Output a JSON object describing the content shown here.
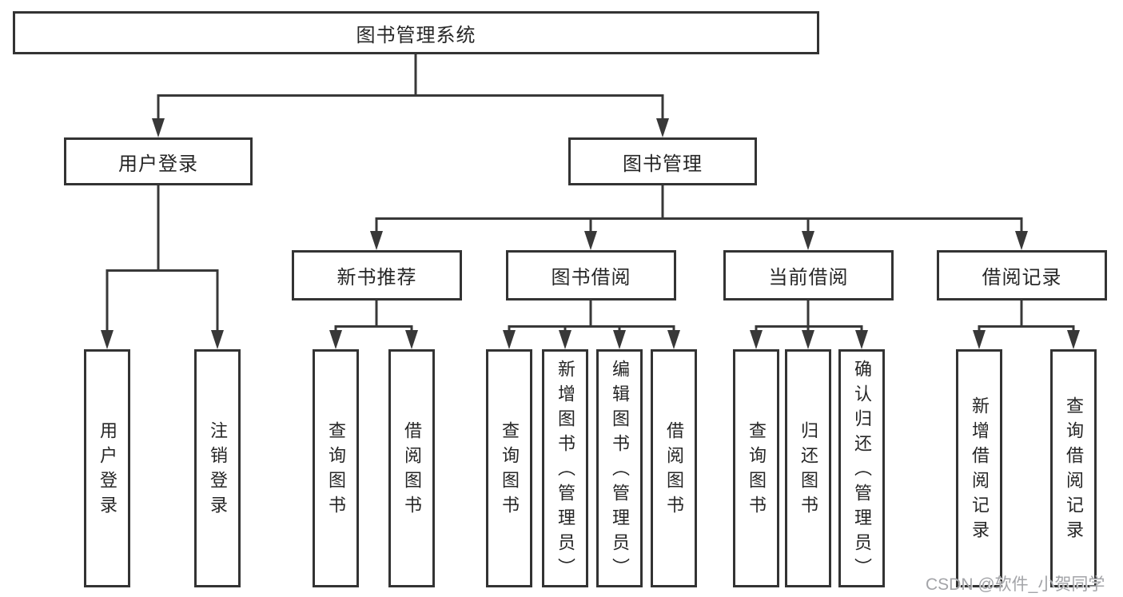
{
  "tree": {
    "root": "图书管理系统",
    "children": [
      {
        "label": "用户登录",
        "children": [
          {
            "label": "用户登录"
          },
          {
            "label": "注销登录"
          }
        ]
      },
      {
        "label": "图书管理",
        "children": [
          {
            "label": "新书推荐",
            "children": [
              {
                "label": "查询图书"
              },
              {
                "label": "借阅图书"
              }
            ]
          },
          {
            "label": "图书借阅",
            "children": [
              {
                "label": "查询图书"
              },
              {
                "label": "新增图书（管理员）"
              },
              {
                "label": "编辑图书（管理员）"
              },
              {
                "label": "借阅图书"
              }
            ]
          },
          {
            "label": "当前借阅",
            "children": [
              {
                "label": "查询图书"
              },
              {
                "label": "归还图书"
              },
              {
                "label": "确认归还（管理员）"
              }
            ]
          },
          {
            "label": "借阅记录",
            "children": [
              {
                "label": "新增借阅记录"
              },
              {
                "label": "查询借阅记录"
              }
            ]
          }
        ]
      }
    ]
  },
  "watermark": {
    "text": "CSDN @软件_小贺同学"
  },
  "colors": {
    "background": "#ffffff",
    "line": "#383838",
    "box_border": "#333333",
    "text": "#262626",
    "watermark": "#a3a4a8"
  }
}
